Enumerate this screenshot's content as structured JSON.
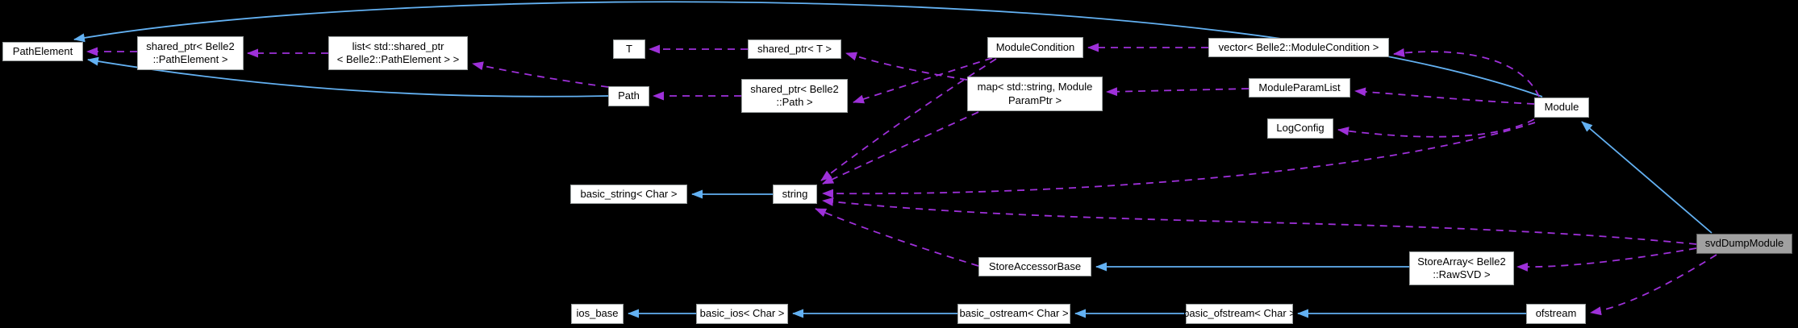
{
  "diagram": {
    "title": "svdDumpModule collaboration graph",
    "background": "#000000",
    "colors": {
      "inheritance_edge": "#63b1f2",
      "usage_edge": "#9e30d9",
      "node_fill": "#ffffff",
      "node_border": "#9aa0a0",
      "focus_node_fill": "#a1a1a1",
      "focus_node_border": "#5e5e5e",
      "node_text": "#000000"
    },
    "nodes": [
      {
        "id": "pathelement",
        "lines": [
          "PathElement"
        ]
      },
      {
        "id": "shared-ptr-pathelement",
        "lines": [
          "shared_ptr< Belle2",
          "::PathElement >"
        ]
      },
      {
        "id": "list-shared-ptr-pathelement",
        "lines": [
          "list< std::shared_ptr",
          "< Belle2::PathElement > >"
        ]
      },
      {
        "id": "t",
        "lines": [
          "T"
        ]
      },
      {
        "id": "shared-ptr-t",
        "lines": [
          "shared_ptr< T >"
        ]
      },
      {
        "id": "modulecondition",
        "lines": [
          "ModuleCondition"
        ]
      },
      {
        "id": "vector-modulecondition",
        "lines": [
          "vector< Belle2::ModuleCondition >"
        ]
      },
      {
        "id": "path",
        "lines": [
          "Path"
        ]
      },
      {
        "id": "shared-ptr-path",
        "lines": [
          "shared_ptr< Belle2",
          "::Path >"
        ]
      },
      {
        "id": "map-moduleparamptr",
        "lines": [
          "map< std::string, Module",
          "ParamPtr >"
        ]
      },
      {
        "id": "moduleparamlist",
        "lines": [
          "ModuleParamList"
        ]
      },
      {
        "id": "logconfig",
        "lines": [
          "LogConfig"
        ]
      },
      {
        "id": "module",
        "lines": [
          "Module"
        ]
      },
      {
        "id": "basic-string-char",
        "lines": [
          "basic_string< Char >"
        ]
      },
      {
        "id": "string",
        "lines": [
          "string"
        ]
      },
      {
        "id": "storeaccessorbase",
        "lines": [
          "StoreAccessorBase"
        ]
      },
      {
        "id": "storearray-rawsvd",
        "lines": [
          "StoreArray< Belle2",
          "::RawSVD >"
        ]
      },
      {
        "id": "svddumpmodule",
        "lines": [
          "svdDumpModule"
        ]
      },
      {
        "id": "ios-base",
        "lines": [
          "ios_base"
        ]
      },
      {
        "id": "basic-ios-char",
        "lines": [
          "basic_ios< Char >"
        ]
      },
      {
        "id": "basic-ostream-char",
        "lines": [
          "basic_ostream< Char >"
        ]
      },
      {
        "id": "basic-ofstream-char",
        "lines": [
          "basic_ofstream< Char >"
        ]
      },
      {
        "id": "ofstream",
        "lines": [
          "ofstream"
        ]
      }
    ],
    "edges": [
      {
        "from": "shared-ptr-pathelement",
        "to": "pathelement",
        "type": "usage"
      },
      {
        "from": "list-shared-ptr-pathelement",
        "to": "shared-ptr-pathelement",
        "type": "usage"
      },
      {
        "from": "path",
        "to": "list-shared-ptr-pathelement",
        "type": "usage"
      },
      {
        "from": "shared-ptr-t",
        "to": "t",
        "type": "usage"
      },
      {
        "from": "shared-ptr-path",
        "to": "path",
        "type": "usage"
      },
      {
        "from": "vector-modulecondition",
        "to": "modulecondition",
        "type": "usage"
      },
      {
        "from": "map-moduleparamptr",
        "to": "shared-ptr-t",
        "type": "usage"
      },
      {
        "from": "modulecondition",
        "to": "shared-ptr-path",
        "type": "usage"
      },
      {
        "from": "moduleparamlist",
        "to": "map-moduleparamptr",
        "type": "usage"
      },
      {
        "from": "module",
        "to": "vector-modulecondition",
        "type": "usage"
      },
      {
        "from": "module",
        "to": "moduleparamlist",
        "type": "usage"
      },
      {
        "from": "module",
        "to": "logconfig",
        "type": "usage"
      },
      {
        "from": "module",
        "to": "string",
        "type": "usage"
      },
      {
        "from": "modulecondition",
        "to": "string",
        "type": "usage"
      },
      {
        "from": "map-moduleparamptr",
        "to": "string",
        "type": "usage"
      },
      {
        "from": "storeaccessorbase",
        "to": "string",
        "type": "usage"
      },
      {
        "from": "svddumpmodule",
        "to": "string",
        "type": "usage"
      },
      {
        "from": "svddumpmodule",
        "to": "storearray-rawsvd",
        "type": "usage"
      },
      {
        "from": "svddumpmodule",
        "to": "ofstream",
        "type": "usage"
      },
      {
        "from": "path",
        "to": "pathelement",
        "type": "inheritance"
      },
      {
        "from": "module",
        "to": "pathelement",
        "type": "inheritance"
      },
      {
        "from": "svddumpmodule",
        "to": "module",
        "type": "inheritance"
      },
      {
        "from": "string",
        "to": "basic-string-char",
        "type": "inheritance"
      },
      {
        "from": "storearray-rawsvd",
        "to": "storeaccessorbase",
        "type": "inheritance"
      },
      {
        "from": "basic-ios-char",
        "to": "ios-base",
        "type": "inheritance"
      },
      {
        "from": "basic-ostream-char",
        "to": "basic-ios-char",
        "type": "inheritance"
      },
      {
        "from": "basic-ofstream-char",
        "to": "basic-ostream-char",
        "type": "inheritance"
      },
      {
        "from": "ofstream",
        "to": "basic-ofstream-char",
        "type": "inheritance"
      }
    ]
  }
}
